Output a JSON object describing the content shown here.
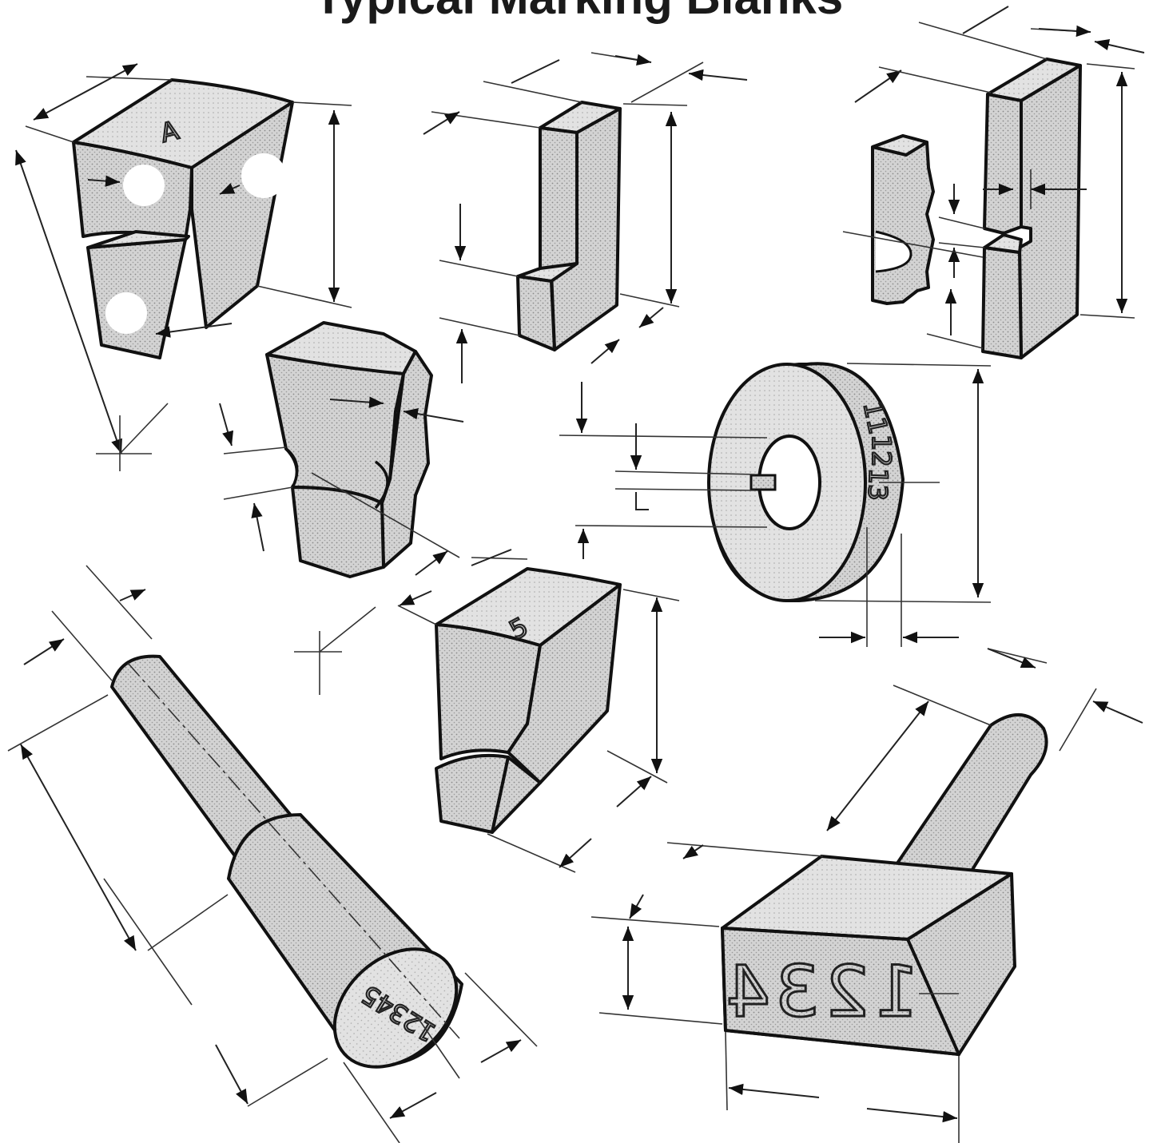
{
  "title": "Typical Marking Blanks",
  "engravings": {
    "letter_blank": "A",
    "digit_blank": "5",
    "wheel_numbers": [
      "11",
      "12",
      "13"
    ],
    "rod_face": "12345",
    "block_face": "1234"
  }
}
